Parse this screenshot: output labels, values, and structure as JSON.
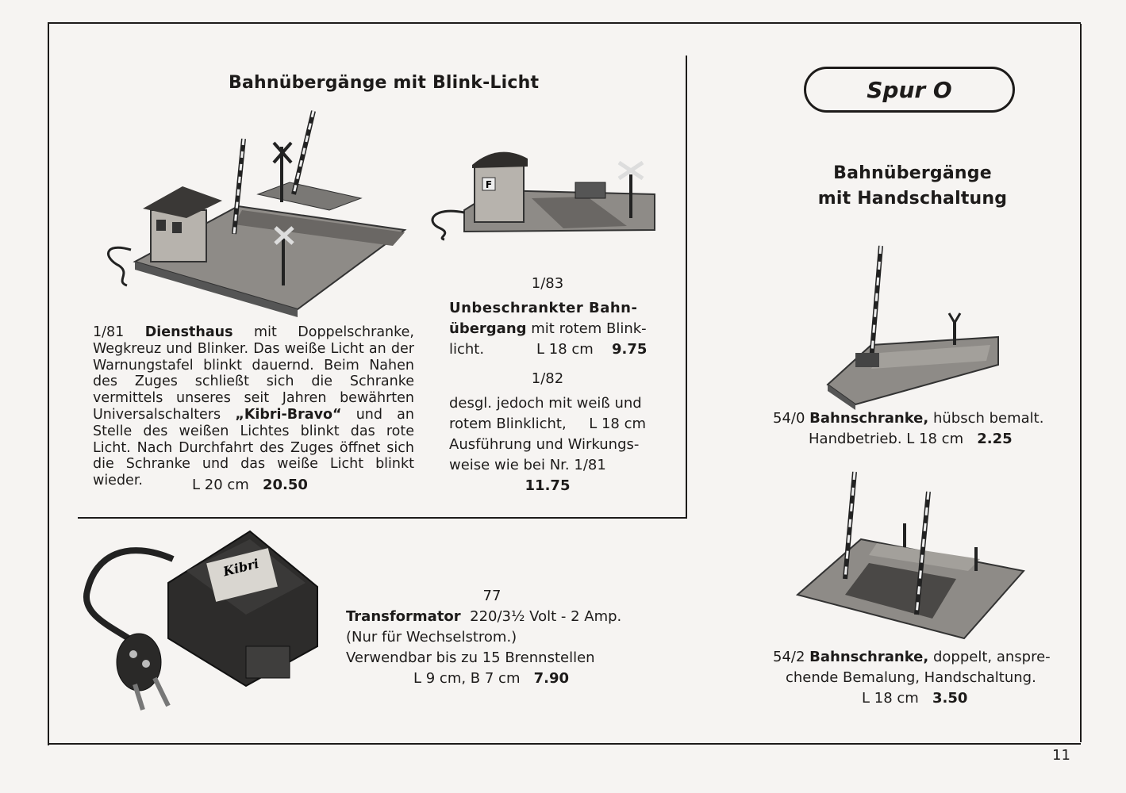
{
  "page": {
    "section_left_title": "Bahnübergänge mit Blink-Licht",
    "spur_badge": "Spur O",
    "section_right_title_line1": "Bahnübergänge",
    "section_right_title_line2": "mit Handschaltung",
    "page_number": "11"
  },
  "items": {
    "i181": {
      "number": "1/81",
      "name": "Diensthaus",
      "desc": "mit Doppelschranke, Wegkreuz und Blinker. Das weiße Licht an der Warnungstafel blinkt dauernd. Beim Nahen des Zuges schließt sich die Schranke vermittels unseres seit Jahren bewährten Universalschalters",
      "brand": "„Kibri-Bravo“",
      "desc2": "und an Stelle des weißen Lichtes blinkt das rote Licht. Nach Durchfahrt des Zuges öffnet sich die Schranke und das weiße Licht blinkt wieder.",
      "size": "L 20 cm",
      "price": "20.50"
    },
    "i183": {
      "number": "1/83",
      "name_line1": "Unbeschrankter Bahn-",
      "name_line2": "übergang",
      "desc_line1": "mit rotem Blink-",
      "desc_line2": "licht.",
      "size": "L 18 cm",
      "price": "9.75"
    },
    "i182": {
      "number": "1/82",
      "line1": "desgl. jedoch mit weiß und",
      "line2a": "rotem Blinklicht,",
      "line2b": "L 18 cm",
      "line3": "Ausführung und Wirkungs-",
      "line4": "weise wie bei Nr. 1/81",
      "price": "11.75"
    },
    "i77": {
      "number": "77",
      "name": "Transformator",
      "spec": "220/3½  Volt - 2  Amp.",
      "line2": "(Nur für Wechselstrom.)",
      "line3": "Verwendbar bis zu 15 Brennstellen",
      "size": "L 9 cm, B 7 cm",
      "price": "7.90",
      "label_logo": "Kibri"
    },
    "i540": {
      "number": "54/0",
      "name": "Bahnschranke,",
      "desc": "hübsch bemalt.",
      "line2": "Handbetrieb. L 18 cm",
      "price": "2.25"
    },
    "i542": {
      "number": "54/2",
      "name": "Bahnschranke,",
      "desc": "doppelt, anspre-",
      "line2": "chende Bemalung, Handschaltung.",
      "size": "L 18 cm",
      "price": "3.50"
    }
  },
  "photo_labels": {
    "sign_letter": "F"
  }
}
